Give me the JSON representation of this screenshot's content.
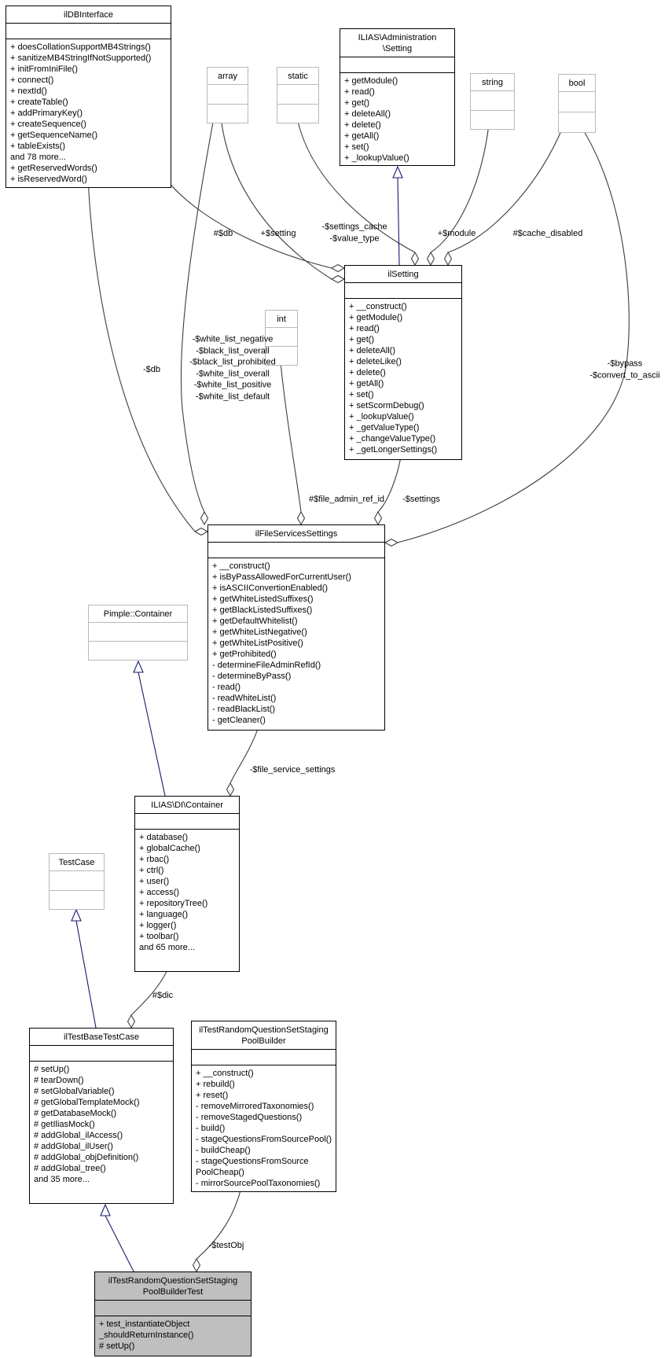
{
  "diagram": {
    "type": "uml-collaboration-diagram",
    "colors": {
      "background": "#ffffff",
      "inheritance_edge": "#191970",
      "usage_edge": "#3d3d3d",
      "ref_box_border": "#b9b9b9",
      "main_box_border": "#000000",
      "focus_box_fill": "#bfbfbf"
    },
    "classes": [
      {
        "id": "ildbinterface",
        "variant": "main",
        "title": [
          "ilDBInterface"
        ],
        "attributes": [],
        "methods": [
          "+ doesCollationSupportMB4Strings()",
          "+ sanitizeMB4StringIfNotSupported()",
          "+ initFromIniFile()",
          "+ connect()",
          "+ nextId()",
          "+ createTable()",
          "+ addPrimaryKey()",
          "+ createSequence()",
          "+ getSequenceName()",
          "+ tableExists()",
          "and 78 more...",
          "+ getReservedWords()",
          "+ isReservedWord()"
        ]
      },
      {
        "id": "admin_setting",
        "variant": "main",
        "title": [
          "ILIAS\\Administration",
          "\\Setting"
        ],
        "attributes": [],
        "methods": [
          "+ getModule()",
          "+ read()",
          "+ get()",
          "+ deleteAll()",
          "+ delete()",
          "+ getAll()",
          "+ set()",
          "+ _lookupValue()"
        ]
      },
      {
        "id": "array",
        "variant": "ref",
        "title": [
          "array"
        ],
        "attributes": [],
        "methods": []
      },
      {
        "id": "static",
        "variant": "ref",
        "title": [
          "static"
        ],
        "attributes": [],
        "methods": []
      },
      {
        "id": "string",
        "variant": "ref",
        "title": [
          "string"
        ],
        "attributes": [],
        "methods": []
      },
      {
        "id": "bool",
        "variant": "ref",
        "title": [
          "bool"
        ],
        "attributes": [],
        "methods": []
      },
      {
        "id": "ilsetting",
        "variant": "main",
        "title": [
          "ilSetting"
        ],
        "attributes": [],
        "methods": [
          "+ __construct()",
          "+ getModule()",
          "+ read()",
          "+ get()",
          "+ deleteAll()",
          "+ deleteLike()",
          "+ delete()",
          "+ getAll()",
          "+ set()",
          "+ setScormDebug()",
          "+ _lookupValue()",
          "+ _getValueType()",
          "+ _changeValueType()",
          "+ _getLongerSettings()"
        ]
      },
      {
        "id": "int",
        "variant": "ref",
        "title": [
          "int"
        ],
        "attributes": [],
        "methods": []
      },
      {
        "id": "filesettings",
        "variant": "main",
        "title": [
          "ilFileServicesSettings"
        ],
        "attributes": [],
        "methods": [
          "+ __construct()",
          "+ isByPassAllowedForCurrentUser()",
          "+ isASCIIConvertionEnabled()",
          "+ getWhiteListedSuffixes()",
          "+ getBlackListedSuffixes()",
          "+ getDefaultWhitelist()",
          "+ getWhiteListNegative()",
          "+ getWhiteListPositive()",
          "+ getProhibited()",
          "- determineFileAdminRefId()",
          "- determineByPass()",
          "- read()",
          "- readWhiteList()",
          "- readBlackList()",
          "- getCleaner()"
        ]
      },
      {
        "id": "pimple",
        "variant": "ref",
        "title": [
          "Pimple::Container"
        ],
        "attributes": [],
        "methods": []
      },
      {
        "id": "dicontainer",
        "variant": "main",
        "title": [
          "ILIAS\\DI\\Container"
        ],
        "attributes": [],
        "methods": [
          "+ database()",
          "+ globalCache()",
          "+ rbac()",
          "+ ctrl()",
          "+ user()",
          "+ access()",
          "+ repositoryTree()",
          "+ language()",
          "+ logger()",
          "+ toolbar()",
          "and 65 more..."
        ]
      },
      {
        "id": "testcase",
        "variant": "ref",
        "title": [
          "TestCase"
        ],
        "attributes": [],
        "methods": []
      },
      {
        "id": "iltestbase",
        "variant": "main",
        "title": [
          "ilTestBaseTestCase"
        ],
        "attributes": [],
        "methods": [
          "# setUp()",
          "# tearDown()",
          "# setGlobalVariable()",
          "# getGlobalTemplateMock()",
          "# getDatabaseMock()",
          "# getIliasMock()",
          "# addGlobal_ilAccess()",
          "# addGlobal_ilUser()",
          "# addGlobal_objDefinition()",
          "# addGlobal_tree()",
          "and 35 more..."
        ]
      },
      {
        "id": "poolbuilder",
        "variant": "main",
        "title": [
          "ilTestRandomQuestionSetStaging",
          "PoolBuilder"
        ],
        "attributes": [],
        "methods": [
          "+ __construct()",
          "+ rebuild()",
          "+ reset()",
          "- removeMirroredTaxonomies()",
          "- removeStagedQuestions()",
          "- build()",
          "- stageQuestionsFromSourcePool()",
          "- buildCheap()",
          "- stageQuestionsFromSource",
          "PoolCheap()",
          "- mirrorSourcePoolTaxonomies()"
        ]
      },
      {
        "id": "poolbuildertest",
        "variant": "focus",
        "title": [
          "ilTestRandomQuestionSetStaging",
          "PoolBuilderTest"
        ],
        "attributes": [],
        "methods": [
          "+ test_instantiateObject",
          "_shouldReturnInstance()",
          "# setUp()"
        ]
      }
    ],
    "edge_labels": [
      {
        "id": "db_setting",
        "lines": [
          "#$db"
        ]
      },
      {
        "id": "setting",
        "lines": [
          "+$setting"
        ]
      },
      {
        "id": "settings_cache",
        "lines": [
          "-$settings_cache",
          "-$value_type"
        ]
      },
      {
        "id": "module",
        "lines": [
          "+$module"
        ]
      },
      {
        "id": "cache_disabled",
        "lines": [
          "#$cache_disabled"
        ]
      },
      {
        "id": "db_fss",
        "lines": [
          "-$db"
        ]
      },
      {
        "id": "white_lists",
        "lines": [
          "-$white_list_negative",
          "-$black_list_overall",
          "-$black_list_prohibited",
          "-$white_list_overall",
          "-$white_list_positive",
          "-$white_list_default"
        ]
      },
      {
        "id": "bypass",
        "lines": [
          "-$bypass",
          "-$convert_to_ascii"
        ]
      },
      {
        "id": "file_admin",
        "lines": [
          "#$file_admin_ref_id"
        ]
      },
      {
        "id": "settings_member",
        "lines": [
          "-$settings"
        ]
      },
      {
        "id": "file_service",
        "lines": [
          "-$file_service_settings"
        ]
      },
      {
        "id": "dic",
        "lines": [
          "#$dic"
        ]
      },
      {
        "id": "testobj",
        "lines": [
          "-$testObj"
        ]
      }
    ]
  }
}
